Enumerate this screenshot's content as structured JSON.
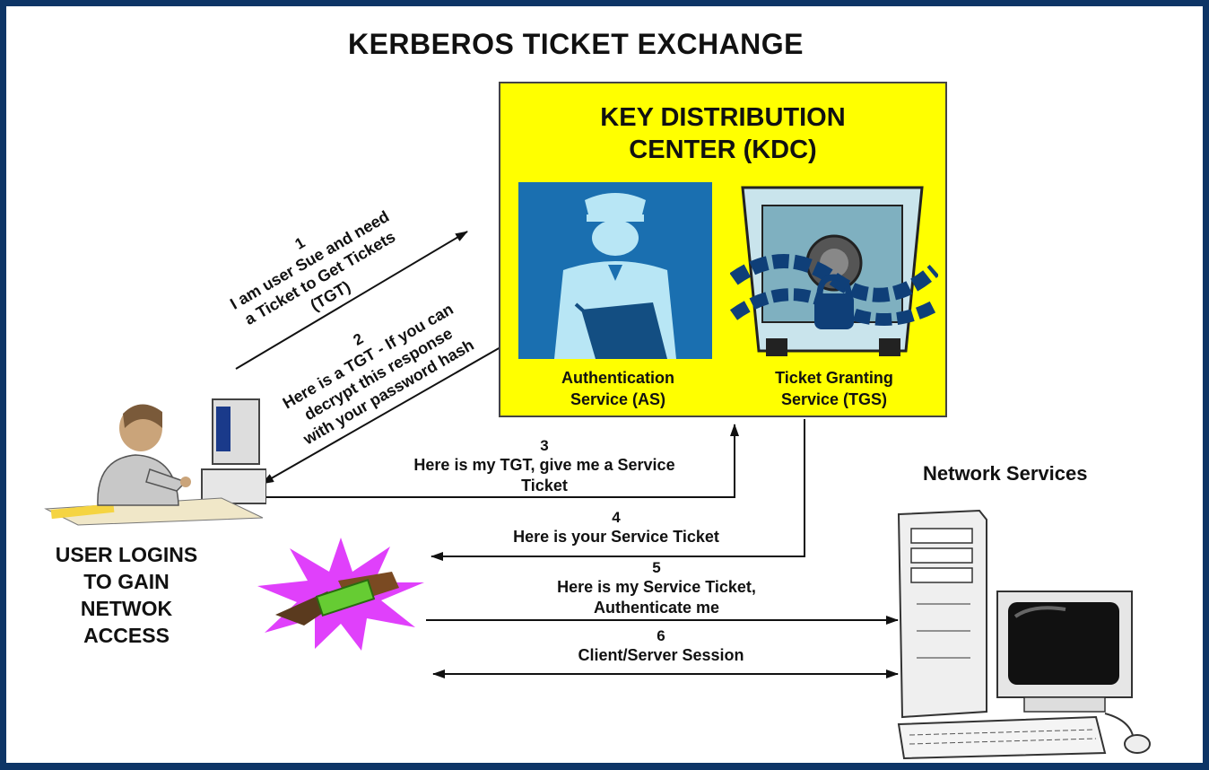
{
  "title": "KERBEROS TICKET EXCHANGE",
  "kdc": {
    "title": "KEY DISTRIBUTION\nCENTER (KDC)",
    "as_label": "Authentication\nService (AS)",
    "tgs_label": "Ticket Granting\nService (TGS)"
  },
  "user_label": "USER LOGINS\nTO GAIN\nNETWOK\nACCESS",
  "network_label": "Network Services",
  "steps": [
    {
      "num": "1",
      "text": "I am user Sue and need\na Ticket to Get Tickets\n(TGT)"
    },
    {
      "num": "2",
      "text": "Here is a TGT - If you can\ndecrypt  this response\nwith your password hash"
    },
    {
      "num": "3",
      "text": "Here is my TGT, give me a Service\nTicket"
    },
    {
      "num": "4",
      "text": "Here is your Service Ticket"
    },
    {
      "num": "5",
      "text": "Here is my Service Ticket,\nAuthenticate me"
    },
    {
      "num": "6",
      "text": "Client/Server Session"
    }
  ],
  "colors": {
    "frame": "#0d3566",
    "kdc_fill": "#ffff00",
    "as_fill": "#1a6fb0",
    "starburst": "#e040fb"
  }
}
